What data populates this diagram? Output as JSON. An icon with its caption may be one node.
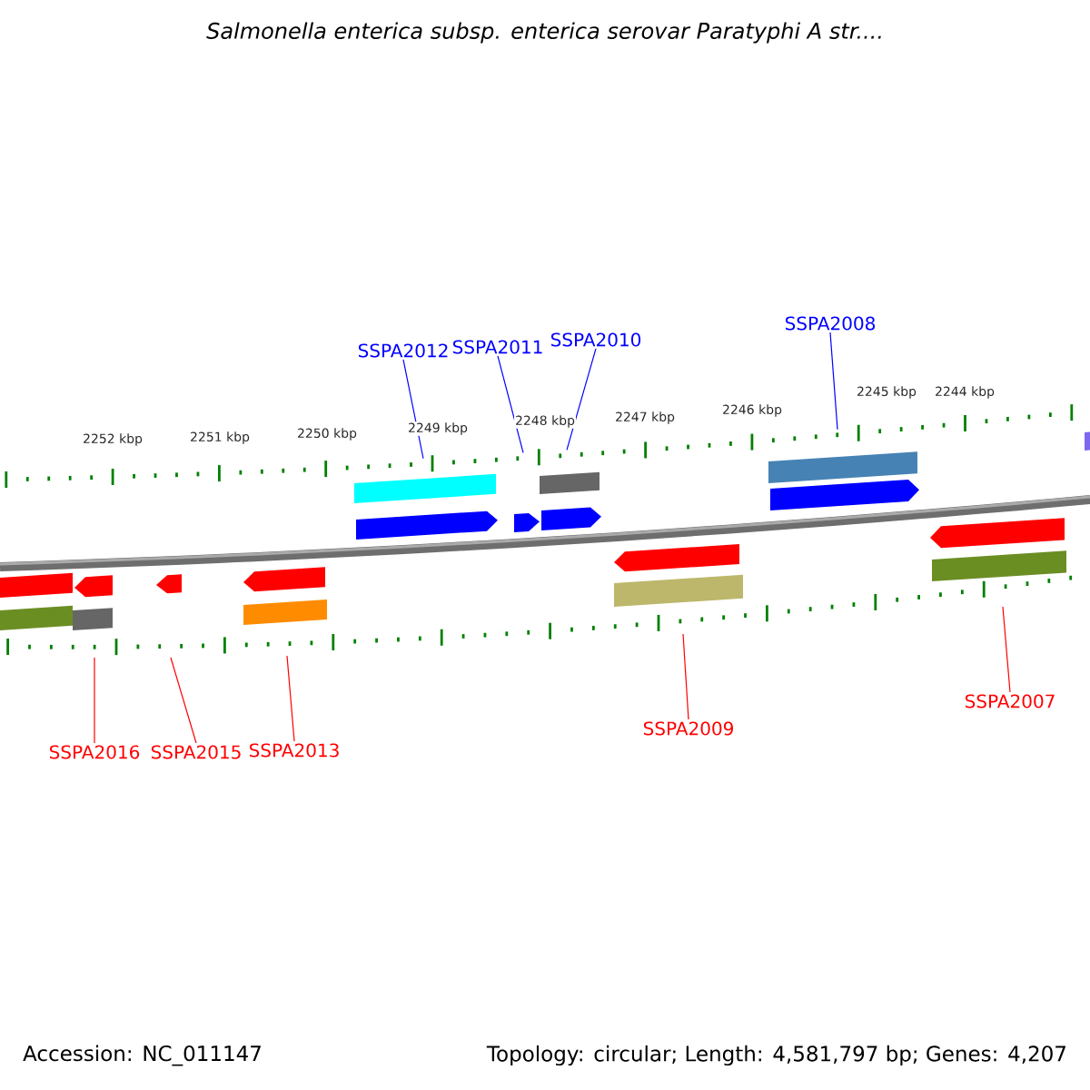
{
  "diagram": {
    "title": "Salmonella enterica subsp. enterica serovar Paratyphi A str....",
    "nodes": [
      {
        "text": [
          "SSPA2012"
        ]
      },
      {
        "text": [
          "SSPA2011"
        ]
      },
      {
        "text": [
          "SSPA2010"
        ]
      },
      {
        "text": [
          "SSPA2008"
        ]
      },
      {
        "text": [
          "SSPA2016"
        ]
      },
      {
        "text": [
          "SSPA2015"
        ]
      },
      {
        "text": [
          "SSPA2013"
        ]
      },
      {
        "text": [
          "SSPA2009"
        ]
      },
      {
        "text": [
          "SSPA2007"
        ]
      }
    ],
    "edges": [
      {
        "from": 0,
        "to": null,
        "arrow": "none",
        "color": "#0000ff"
      },
      {
        "from": 1,
        "to": null,
        "arrow": "none",
        "color": "#0000ff"
      },
      {
        "from": 2,
        "to": null,
        "arrow": "none",
        "color": "#0000ff"
      },
      {
        "from": 3,
        "to": null,
        "arrow": "none",
        "color": "#0000ff"
      },
      {
        "from": 4,
        "to": null,
        "arrow": "none"
      },
      {
        "from": 5,
        "to": null,
        "arrow": "none"
      },
      {
        "from": 6,
        "to": null,
        "arrow": "none"
      },
      {
        "from": 7,
        "to": null,
        "arrow": "none"
      },
      {
        "from": 8,
        "to": null,
        "arrow": "none"
      }
    ],
    "labels": [
      "2252 kbp",
      "2251 kbp",
      "2250 kbp",
      "2249 kbp",
      "2248 kbp",
      "2247 kbp",
      "2246 kbp",
      "2245 kbp",
      "2244 kbp",
      "Accession: NC_011147",
      "Topology: circular; Length: 4,581,797 bp; Genes: 4,207"
    ]
  }
}
